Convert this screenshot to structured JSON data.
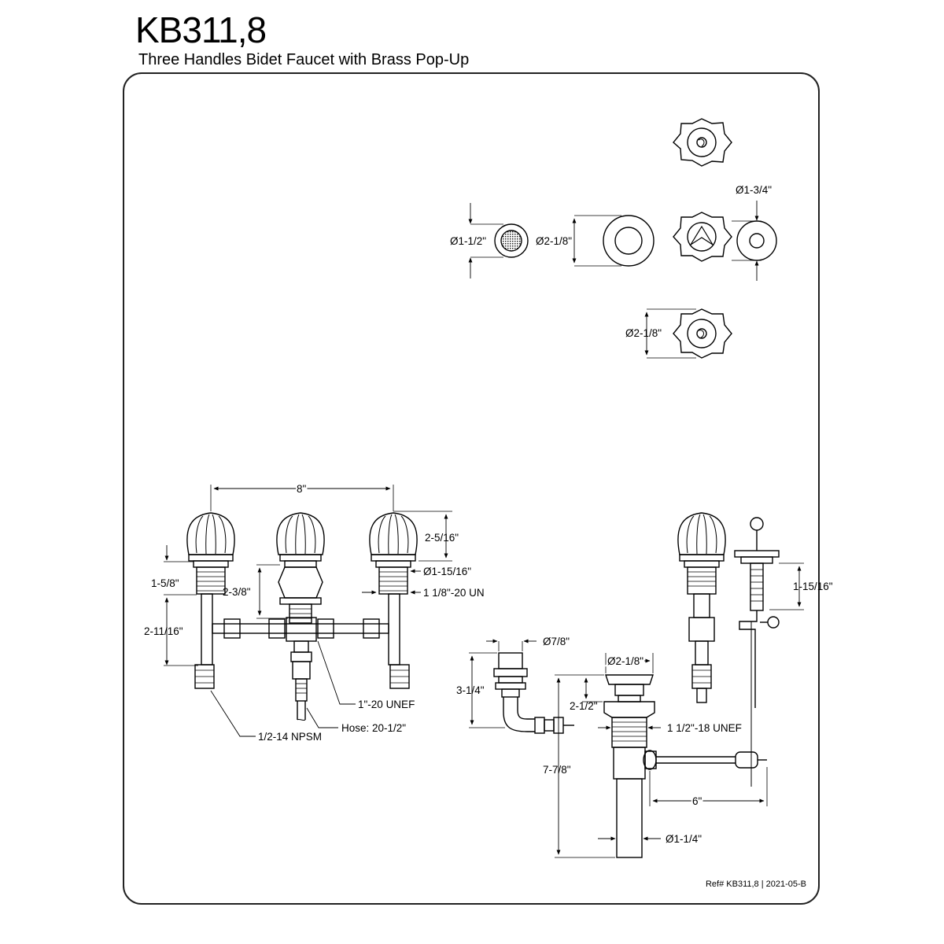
{
  "header": {
    "model": "KB311,8",
    "description": "Three Handles Bidet Faucet with Brass Pop-Up"
  },
  "footer": {
    "reference": "Ref# KB311,8 | 2021-05-B"
  },
  "top_view_dims": {
    "aerator_dia": "Ø1-1/2\"",
    "flange_dia": "Ø2-1/8\"",
    "escutcheon_dia": "Ø1-3/4\"",
    "handle_dia": "Ø2-1/8\""
  },
  "front_view_dims": {
    "center_spread": "8\"",
    "handle_height": "2-5/16\"",
    "handle_base_dia": "Ø1-15/16\"",
    "shank_thread": "1 1/8\"-20 UN",
    "spout_height": "2-3/8\"",
    "body_height": "1-5/8\"",
    "shank_length": "2-11/16\"",
    "diverter_thread": "1\"-20 UNEF",
    "hose_length": "Hose: 20-1/2\"",
    "supply_thread": "1/2-14 NPSM"
  },
  "side_view_dims": {
    "spray_dia": "Ø7/8\"",
    "spray_height": "3-1/4\"",
    "drain_flange_dia": "Ø2-1/8\"",
    "drain_body_height": "2-1/2\"",
    "drain_thread": "1 1/2\"-18 UNEF",
    "drain_total_height": "7-7/8\"",
    "pivot_reach": "6\"",
    "tailpiece_dia": "Ø1-1/4\"",
    "lift_rod_height": "1-15/16\""
  }
}
